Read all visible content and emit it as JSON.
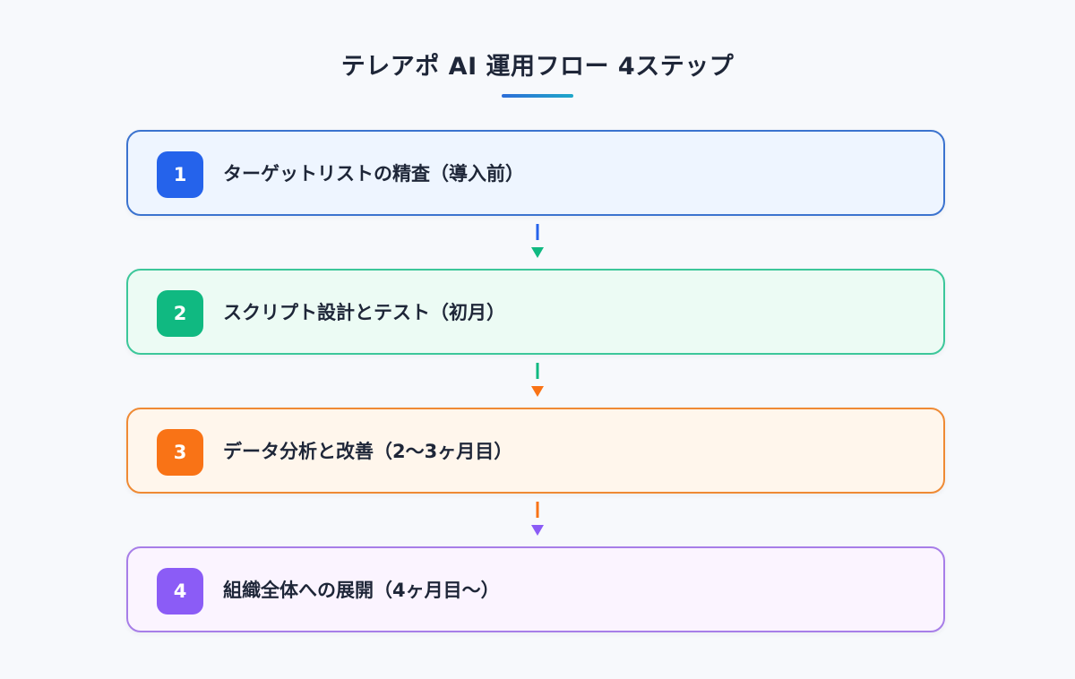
{
  "title": "テレアポ AI 運用フロー 4ステップ",
  "steps": [
    {
      "number": "1",
      "label": "ターゲットリストの精査（導入前）",
      "accent": "#2563eb",
      "border": "#3b73cf",
      "bg": "#eef5ff"
    },
    {
      "number": "2",
      "label": "スクリプト設計とテスト（初月）",
      "accent": "#10b981",
      "border": "#3cc79a",
      "bg": "#ecfbf4"
    },
    {
      "number": "3",
      "label": "データ分析と改善（2〜3ヶ月目）",
      "accent": "#f97316",
      "border": "#ef8a34",
      "bg": "#fff6ec"
    },
    {
      "number": "4",
      "label": "組織全体への展開（4ヶ月目〜）",
      "accent": "#8b5cf6",
      "border": "#a77ee8",
      "bg": "#fbf4ff"
    }
  ]
}
